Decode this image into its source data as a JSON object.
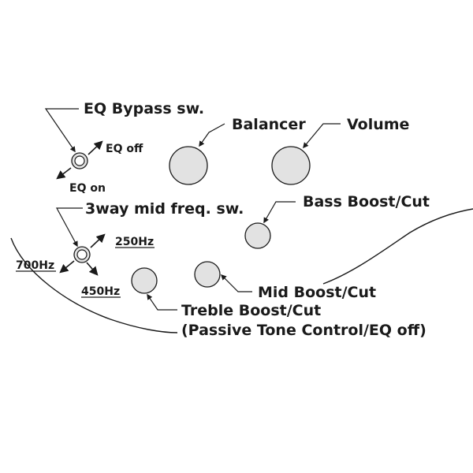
{
  "labels": {
    "eq_bypass": "EQ Bypass sw.",
    "eq_off": "EQ off",
    "eq_on": "EQ on",
    "balancer": "Balancer",
    "volume": "Volume",
    "mid_freq_switch": "3way mid freq. sw.",
    "bass": "Bass Boost/Cut",
    "freq_250": "250Hz",
    "freq_700": "700Hz",
    "freq_450": "450Hz",
    "mid": "Mid Boost/Cut",
    "treble_line1": "Treble Boost/Cut",
    "treble_line2": "(Passive Tone Control/EQ off)"
  },
  "colors": {
    "knob_fill": "#e2e2e2",
    "ink": "#1a1a1a",
    "background": "#ffffff"
  }
}
